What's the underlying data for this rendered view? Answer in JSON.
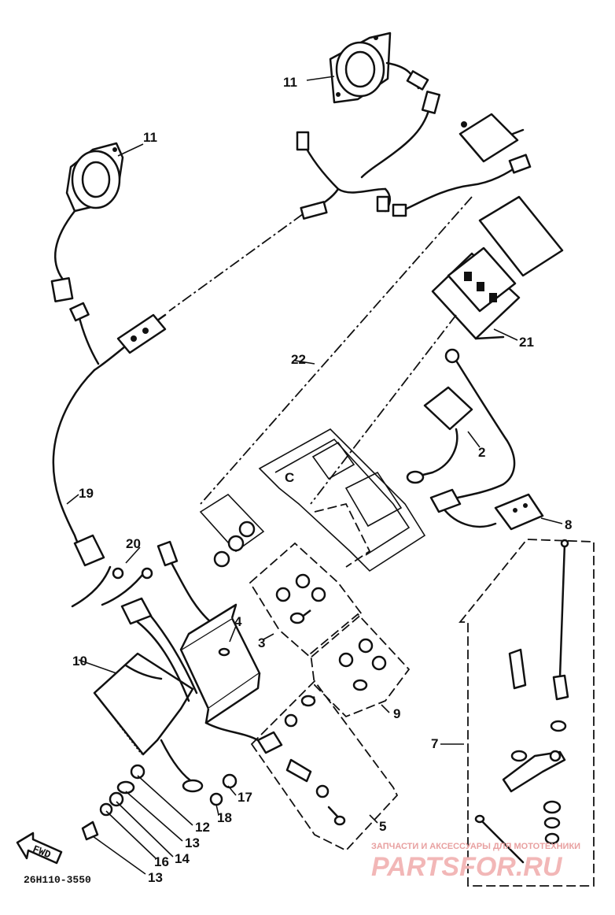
{
  "labels": {
    "p11_right": "11",
    "p11_left": "11",
    "p21": "21",
    "p22": "22",
    "p2": "2",
    "p8": "8",
    "p19": "19",
    "p20": "20",
    "p4": "4",
    "p3": "3",
    "p10": "10",
    "p9": "9",
    "p7": "7",
    "p5": "5",
    "p17": "17",
    "p18": "18",
    "p12": "12",
    "p13_upper": "13",
    "p14": "14",
    "p16": "16",
    "p13_lower": "13"
  },
  "fwd_arrow": "FWD",
  "drawing_code": "26H110-3550",
  "watermark": {
    "line1": "ЗАПЧАСТИ И АКСЕССУАРЫ ДЛЯ МОТОТЕХНИКИ",
    "line2": "PARTSFOR.RU"
  }
}
